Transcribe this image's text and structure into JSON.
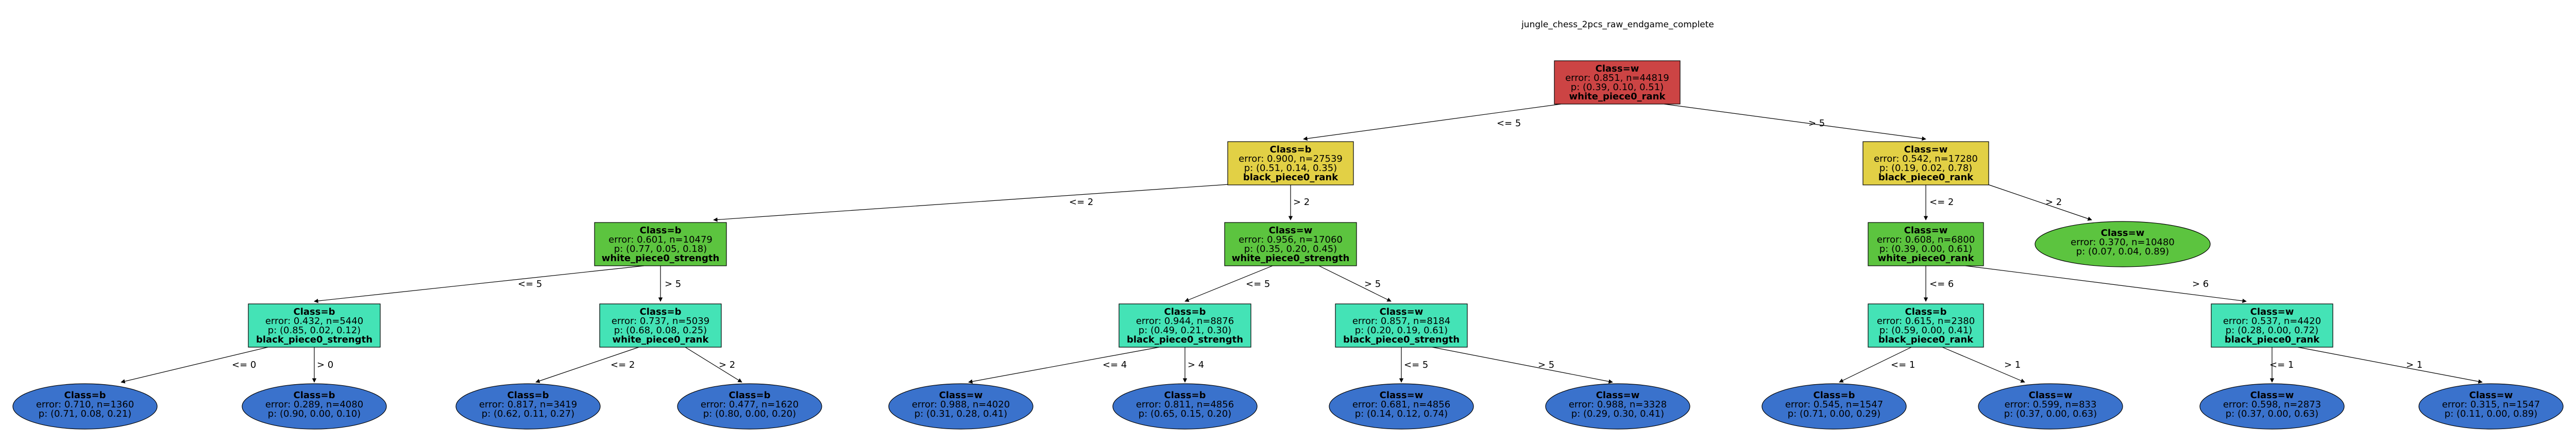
{
  "title": "jungle_chess_2pcs_raw_endgame_complete",
  "colors": {
    "root": "#cc4444",
    "yellow": "#e2d045",
    "green": "#5cc43f",
    "teal": "#44e3b6",
    "leaf": "#3a72cc",
    "stroke": "#000000"
  },
  "nodes": {
    "n0": {
      "line1": "Class=w",
      "line2": "error: 0.851, n=44819",
      "line3": "p: (0.39, 0.10, 0.51)",
      "line4": "white_piece0_rank"
    },
    "n1": {
      "line1": "Class=b",
      "line2": "error: 0.900, n=27539",
      "line3": "p: (0.51, 0.14, 0.35)",
      "line4": "black_piece0_rank"
    },
    "n2": {
      "line1": "Class=w",
      "line2": "error: 0.542, n=17280",
      "line3": "p: (0.19, 0.02, 0.78)",
      "line4": "black_piece0_rank"
    },
    "n3": {
      "line1": "Class=b",
      "line2": "error: 0.601, n=10479",
      "line3": "p: (0.77, 0.05, 0.18)",
      "line4": "white_piece0_strength"
    },
    "n4": {
      "line1": "Class=w",
      "line2": "error: 0.956, n=17060",
      "line3": "p: (0.35, 0.20, 0.45)",
      "line4": "white_piece0_strength"
    },
    "n5": {
      "line1": "Class=w",
      "line2": "error: 0.608, n=6800",
      "line3": "p: (0.39, 0.00, 0.61)",
      "line4": "white_piece0_rank"
    },
    "n6": {
      "line1": "Class=w",
      "line2": "error: 0.370, n=10480",
      "line3": "p: (0.07, 0.04, 0.89)"
    },
    "n7": {
      "line1": "Class=b",
      "line2": "error: 0.432, n=5440",
      "line3": "p: (0.85, 0.02, 0.12)",
      "line4": "black_piece0_strength"
    },
    "n8": {
      "line1": "Class=b",
      "line2": "error: 0.737, n=5039",
      "line3": "p: (0.68, 0.08, 0.25)",
      "line4": "white_piece0_rank"
    },
    "n9": {
      "line1": "Class=b",
      "line2": "error: 0.944, n=8876",
      "line3": "p: (0.49, 0.21, 0.30)",
      "line4": "black_piece0_strength"
    },
    "n10": {
      "line1": "Class=w",
      "line2": "error: 0.857, n=8184",
      "line3": "p: (0.20, 0.19, 0.61)",
      "line4": "black_piece0_strength"
    },
    "n11": {
      "line1": "Class=b",
      "line2": "error: 0.615, n=2380",
      "line3": "p: (0.59, 0.00, 0.41)",
      "line4": "black_piece0_rank"
    },
    "n12": {
      "line1": "Class=w",
      "line2": "error: 0.537, n=4420",
      "line3": "p: (0.28, 0.00, 0.72)",
      "line4": "black_piece0_rank"
    },
    "l1": {
      "line1": "Class=b",
      "line2": "error: 0.710, n=1360",
      "line3": "p: (0.71, 0.08, 0.21)"
    },
    "l2": {
      "line1": "Class=b",
      "line2": "error: 0.289, n=4080",
      "line3": "p: (0.90, 0.00, 0.10)"
    },
    "l3": {
      "line1": "Class=b",
      "line2": "error: 0.817, n=3419",
      "line3": "p: (0.62, 0.11, 0.27)"
    },
    "l4": {
      "line1": "Class=b",
      "line2": "error: 0.477, n=1620",
      "line3": "p: (0.80, 0.00, 0.20)"
    },
    "l5": {
      "line1": "Class=w",
      "line2": "error: 0.988, n=4020",
      "line3": "p: (0.31, 0.28, 0.41)"
    },
    "l6": {
      "line1": "Class=b",
      "line2": "error: 0.811, n=4856",
      "line3": "p: (0.65, 0.15, 0.20)"
    },
    "l7": {
      "line1": "Class=w",
      "line2": "error: 0.681, n=4856",
      "line3": "p: (0.14, 0.12, 0.74)"
    },
    "l8": {
      "line1": "Class=w",
      "line2": "error: 0.988, n=3328",
      "line3": "p: (0.29, 0.30, 0.41)"
    },
    "l9": {
      "line1": "Class=b",
      "line2": "error: 0.545, n=1547",
      "line3": "p: (0.71, 0.00, 0.29)"
    },
    "l10": {
      "line1": "Class=w",
      "line2": "error: 0.599, n=833",
      "line3": "p: (0.37, 0.00, 0.63)"
    },
    "l11": {
      "line1": "Class=w",
      "line2": "error: 0.598, n=2873",
      "line3": "p: (0.37, 0.00, 0.63)"
    },
    "l12": {
      "line1": "Class=w",
      "line2": "error: 0.315, n=1547",
      "line3": "p: (0.11, 0.00, 0.89)"
    }
  },
  "edges": {
    "e0_1": "<= 5",
    "e0_2": "> 5",
    "e1_3": "<= 2",
    "e1_4": "> 2",
    "e2_5": "<= 2",
    "e2_6": "> 2",
    "e3_7": "<= 5",
    "e3_8": "> 5",
    "e4_9": "<= 5",
    "e4_10": "> 5",
    "e5_11": "<= 6",
    "e5_12": "> 6",
    "e7_l1": "<= 0",
    "e7_l2": "> 0",
    "e8_l3": "<= 2",
    "e8_l4": "> 2",
    "e9_l5": "<= 4",
    "e9_l6": "> 4",
    "e10_l7": "<= 5",
    "e10_l8": "> 5",
    "e11_l9": "<= 1",
    "e11_l10": "> 1",
    "e12_l11": "<= 1",
    "e12_l12": "> 1"
  }
}
